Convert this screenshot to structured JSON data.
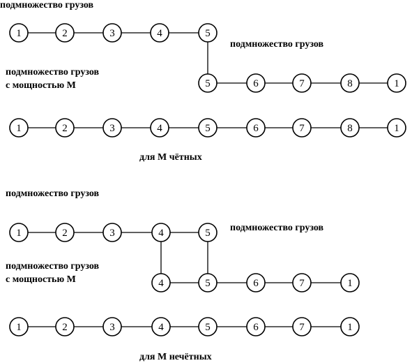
{
  "colors": {
    "stroke": "#000000",
    "fill": "#ffffff",
    "text": "#000000"
  },
  "labels": {
    "top_subset": "подмножество грузов",
    "top_right_subset": "подмножество грузов",
    "top_power_line1": "подмножество грузов",
    "top_power_line2": "с мощностью М",
    "even_caption": "для М чётных",
    "bottom_subset": "подмножество грузов",
    "bottom_right_subset": "подмножество грузов",
    "bottom_power_line1": "подмножество грузов",
    "bottom_power_line2": "с мощностью М",
    "odd_caption": "для М нечётных"
  },
  "nodes": {
    "even_row1": [
      "1",
      "2",
      "3",
      "4",
      "5"
    ],
    "even_row2": [
      "5",
      "6",
      "7",
      "8",
      "1"
    ],
    "even_row3": [
      "1",
      "2",
      "3",
      "4",
      "5",
      "6",
      "7",
      "8",
      "1"
    ],
    "odd_row1": [
      "1",
      "2",
      "3",
      "4",
      "5"
    ],
    "odd_row2": [
      "4",
      "5",
      "6",
      "7",
      "1"
    ],
    "odd_row3": [
      "1",
      "2",
      "3",
      "4",
      "5",
      "6",
      "7",
      "1"
    ]
  }
}
